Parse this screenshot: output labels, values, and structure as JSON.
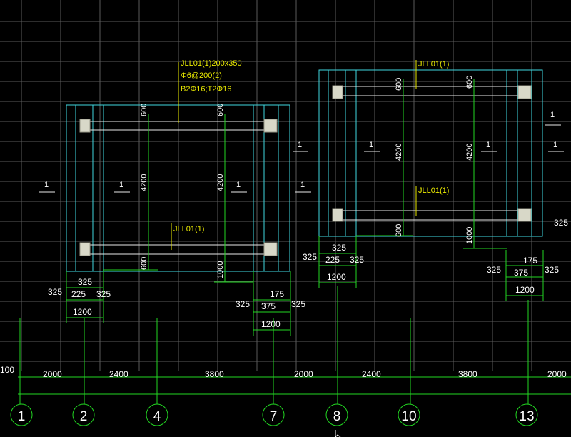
{
  "beam_label_main": [
    "JLL01(1)200x350",
    "Φ6@200(2)",
    "B2Φ16;T2Φ16"
  ],
  "beam_label_short": "JLL01(1)",
  "section_mark": "1",
  "dim_600": "600",
  "dim_4200": "4200",
  "dim_1000": "1000",
  "dim_325": "325",
  "dim_225": "225",
  "dim_175": "175",
  "dim_375": "375",
  "dim_1200": "1200",
  "dim_100": "100",
  "axis_spans": [
    "2000",
    "2400",
    "3800",
    "2000",
    "2400",
    "3800",
    "2000"
  ],
  "axis_labels": [
    "1",
    "2",
    "4",
    "7",
    "8",
    "10",
    "13"
  ],
  "colors": {
    "background": "#000000",
    "grid": "#5a5a5a",
    "outline": "#3fd8e0",
    "dimension": "#22d622",
    "beam": "#e8e8e8",
    "annotation": "#e8e800"
  }
}
